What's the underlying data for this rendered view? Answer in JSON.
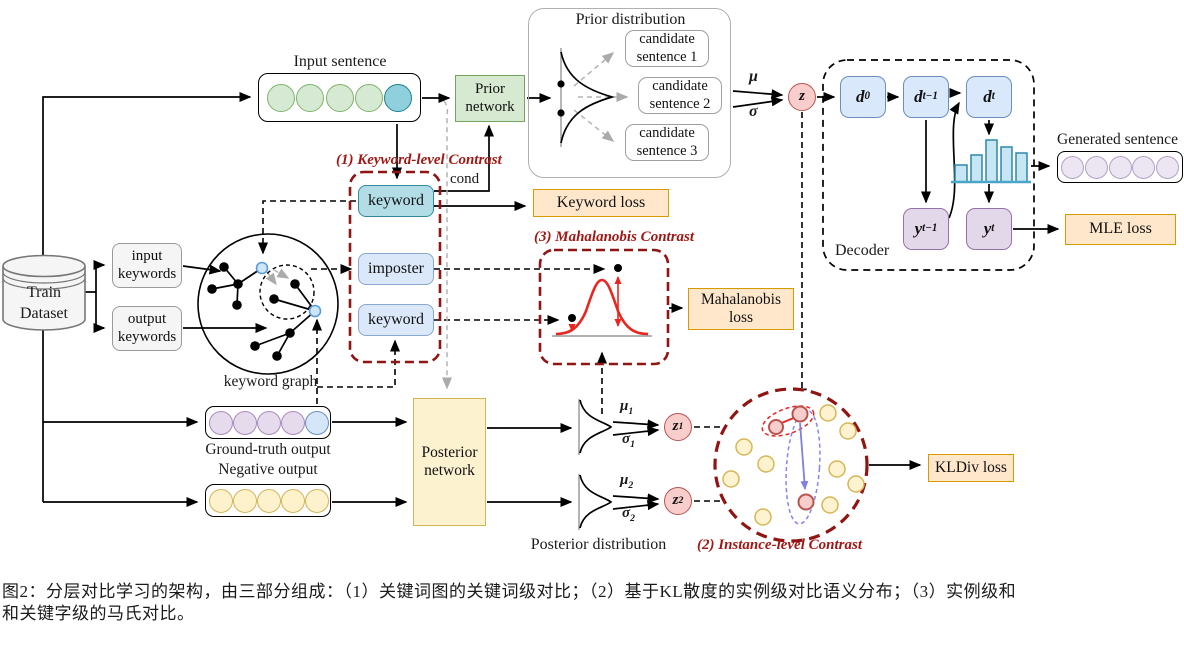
{
  "colors": {
    "dark_red_accent": "#a01815",
    "drawio_green": "#d5e8d4",
    "drawio_green_stroke": "#82b366",
    "drawio_blue": "#dae8fc",
    "drawio_blue_stroke": "#6c8ebf",
    "drawio_purple": "#e1d5e7",
    "drawio_purple_stroke": "#9673a6",
    "drawio_yellow": "#fff2cc",
    "drawio_yellow_stroke": "#d6b656",
    "drawio_orange": "#ffe6cc",
    "drawio_orange_stroke": "#d79b00",
    "drawio_pink": "#f8cecc",
    "drawio_pink_stroke": "#b85450",
    "teal_fill": "#8fd0dc",
    "teal_stroke": "#1f7f93"
  },
  "figure": {
    "top_flow": {
      "input_sentence_label": "Input sentence",
      "prior_network": {
        "line1": "Prior",
        "line2": "network"
      },
      "prior_distribution": {
        "title": "Prior distribution",
        "candidates": [
          {
            "line1": "candidate",
            "line2": "sentence 1"
          },
          {
            "line1": "candidate",
            "line2": "sentence 2"
          },
          {
            "line1": "candidate",
            "line2": "sentence 3"
          }
        ]
      },
      "mu": "μ",
      "sigma": "σ",
      "z": "z"
    },
    "decoder": {
      "label": "Decoder",
      "d0": {
        "base": "d",
        "sub": "0"
      },
      "dt_prev": {
        "base": "d",
        "sub": "t−1"
      },
      "dt": {
        "base": "d",
        "sub": "t"
      },
      "yt_prev": {
        "base": "y",
        "sub": "t−1"
      },
      "yt": {
        "base": "y",
        "sub": "t"
      }
    },
    "outputs": {
      "generated_sentence_label": "Generated sentence",
      "mle_loss": "MLE loss",
      "keyword_loss": "Keyword loss",
      "mahalanobis_loss": {
        "line1": "Mahalanobis",
        "line2": "loss"
      },
      "kldiv_loss": "KLDiv loss"
    },
    "keyword_contrast": {
      "title": "(1) Keyword-level Contrast",
      "keyword_top": "keyword",
      "imposter": "imposter",
      "keyword_bottom": "keyword",
      "cond": "cond"
    },
    "mahalanobis_contrast": {
      "title": "(3) Mahalanobis Contrast"
    },
    "instance_contrast": {
      "title": "(2) Instance-level Contrast"
    },
    "left": {
      "train_dataset": {
        "line1": "Train",
        "line2": "Dataset"
      },
      "input_keywords": {
        "line1": "input",
        "line2": "keywords"
      },
      "output_keywords": {
        "line1": "output",
        "line2": "keywords"
      },
      "keyword_graph_label": "keyword graph"
    },
    "bottom_flow": {
      "ground_truth_label": "Ground-truth output",
      "negative_label": "Negative output",
      "posterior_network": {
        "line1": "Posterior",
        "line2": "network"
      },
      "posterior_distribution_label": "Posterior distribution",
      "mu1": {
        "base": "μ",
        "sub": "1"
      },
      "sigma1": {
        "base": "σ",
        "sub": "1"
      },
      "mu2": {
        "base": "μ",
        "sub": "2"
      },
      "sigma2": {
        "base": "σ",
        "sub": "2"
      },
      "z1": {
        "base": "z",
        "sub": "1"
      },
      "z2": {
        "base": "z",
        "sub": "2"
      }
    }
  },
  "caption": {
    "line1": "图2：分层对比学习的架构，由三部分组成：（1）关键词图的关键词级对比；（2）基于KL散度的实例级对比语义分布；（3）实例级和",
    "line2": "和关键字级的马氏对比。"
  }
}
